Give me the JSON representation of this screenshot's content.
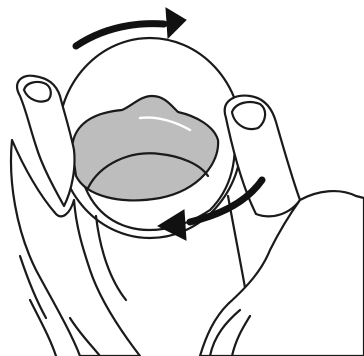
{
  "figure": {
    "description_hidden": "",
    "colors": {
      "background": "#ffffff",
      "stroke": "#1a1a1a",
      "liquid": "#bdbdbd",
      "liquid_highlight": "#ffffff",
      "arrow": "#111111"
    },
    "icons": [
      "hand-left",
      "hand-right",
      "vial",
      "liquid",
      "rotation-arrow-top",
      "rotation-arrow-bottom"
    ]
  }
}
